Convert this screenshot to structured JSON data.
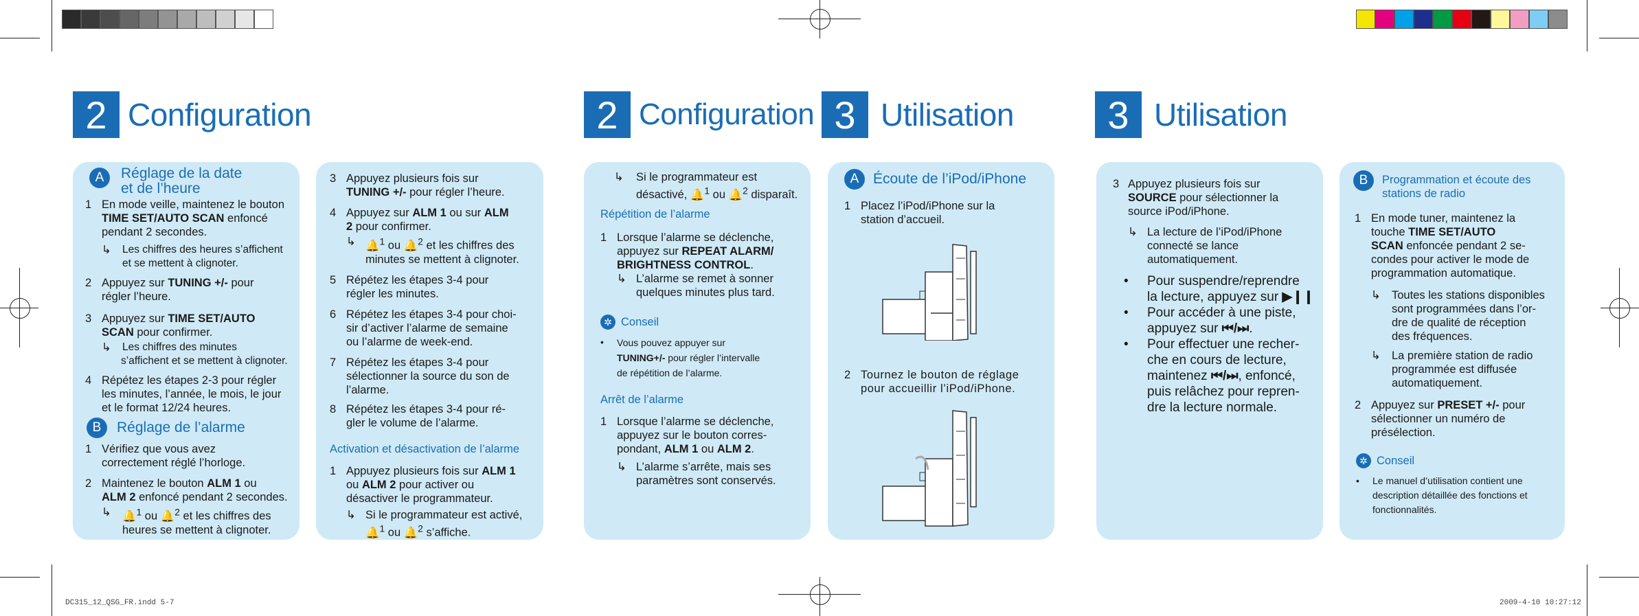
{
  "colors": {
    "accent": "#1a6db5",
    "panel": "#cfeaf6"
  },
  "gray_swatches": [
    "#2a2a2a",
    "#3a3a3a",
    "#4d4d4d",
    "#666666",
    "#7d7d7d",
    "#939393",
    "#a9a9a9",
    "#bdbdbd",
    "#d0d0d0",
    "#e6e6e6",
    "#ffffff"
  ],
  "color_swatches": [
    "#f4e600",
    "#e4007f",
    "#00a0e9",
    "#1c2f8f",
    "#009944",
    "#e60012",
    "#231815",
    "#fff799",
    "#f19ec2",
    "#7ecef4",
    "#8c8c8c"
  ],
  "headers": [
    {
      "num": "2",
      "title": "Configuration"
    },
    {
      "num": "2",
      "title": "Configuration"
    },
    {
      "num": "3",
      "title": "Utilisation"
    },
    {
      "num": "3",
      "title": "Utilisation"
    }
  ],
  "col1": {
    "a_badge": "A",
    "a_title_1": "Réglage de la date",
    "a_title_2": "et de l’heure",
    "s1_num": "1",
    "s1_a": "En mode veille, maintenez le bouton",
    "s1_b": "TIME SET/AUTO SCAN",
    "s1_c": " enfoncé",
    "s1_d": "pendant 2 secondes.",
    "s1_r1": "Les chiffres des heures s’affichent",
    "s1_r2": "et se mettent à clignoter.",
    "s2_num": "2",
    "s2_a": "Appuyez sur ",
    "s2_b": "TUNING +/-",
    "s2_c": " pour",
    "s2_d": "régler l’heure.",
    "s3_num": "3",
    "s3_a": "Appuyez sur ",
    "s3_b": "TIME SET/AUTO",
    "s3_c": "SCAN",
    "s3_d": " pour confirmer.",
    "s3_r1": "Les chiffres des minutes",
    "s3_r2": "s’affichent et se mettent à clignoter.",
    "s4_num": "4",
    "s4_a": "Répétez les étapes 2-3 pour régler",
    "s4_b": "les minutes, l’année, le mois, le jour",
    "s4_c": "et le format 12/24 heures.",
    "b_badge": "B",
    "b_title": "Réglage de l’alarme",
    "t1_num": "1",
    "t1_a": "Vérifiez que vous avez",
    "t1_b": "correctement réglé l’horloge.",
    "t2_num": "2",
    "t2_a": "Maintenez le bouton ",
    "t2_b": "ALM 1",
    "t2_c": " ou",
    "t2_d": "ALM 2",
    "t2_e": " enfoncé pendant 2 secondes.",
    "t2_r1": " ou ",
    "t2_r2": " et les chiffres des",
    "t2_r3": "heures se mettent à clignoter."
  },
  "col2": {
    "s3_num": "3",
    "s3_a": "Appuyez plusieurs fois sur",
    "s3_b": "TUNING +/-",
    "s3_c": " pour régler l’heure.",
    "s4_num": "4",
    "s4_a": "Appuyez sur ",
    "s4_b": "ALM 1",
    "s4_c": " ou sur ",
    "s4_d": "ALM",
    "s4_e": "2",
    "s4_f": " pour confirmer.",
    "s4_r1": " ou ",
    "s4_r2": " et les chiffres des",
    "s4_r3": "minutes se mettent à clignoter.",
    "s5_num": "5",
    "s5_a": "Répétez les étapes 3-4 pour",
    "s5_b": "régler les minutes.",
    "s6_num": "6",
    "s6_a": "Répétez les étapes 3-4 pour choi-",
    "s6_b": "sir d’activer l’alarme de semaine",
    "s6_c": "ou l’alarme de week-end.",
    "s7_num": "7",
    "s7_a": "Répétez les étapes 3-4 pour",
    "s7_b": "sélectionner la source du son de",
    "s7_c": "l’alarme.",
    "s8_num": "8",
    "s8_a": "Répétez les étapes 3-4 pour ré-",
    "s8_b": "gler le volume de l’alarme.",
    "act_title": "Activation et désactivation de l’alarme",
    "a1_num": "1",
    "a1_a": "Appuyez plusieurs fois sur ",
    "a1_b": "ALM 1",
    "a1_c": "ou ",
    "a1_d": "ALM 2",
    "a1_e": " pour activer ou",
    "a1_f": "désactiver le programmateur.",
    "a1_r1": "Si le programmateur est activé,",
    "a1_r2": " ou ",
    "a1_r3": " s’affiche."
  },
  "col3": {
    "r1": "Si le programmateur est",
    "r2": "désactivé, ",
    "r3": " ou ",
    "r4": " disparaît.",
    "rep_title": "Répétition de l’alarme",
    "p1_num": "1",
    "p1_a": "Lorsque l’alarme se déclenche,",
    "p1_b": "appuyez sur ",
    "p1_c": "REPEAT ALARM/",
    "p1_d": "BRIGHTNESS CONTROL",
    "p1_e": ".",
    "p1_r1": "L’alarme se remet à sonner",
    "p1_r2": "quelques minutes plus tard.",
    "tip_title": "Conseil",
    "tip_a": "Vous pouvez appuyer sur",
    "tip_b": "TUNING+/-",
    "tip_c": " pour régler l’intervalle",
    "tip_d": "de répétition de l’alarme.",
    "stop_title": "Arrêt de l’alarme",
    "q1_num": "1",
    "q1_a": "Lorsque l’alarme se déclenche,",
    "q1_b": "appuyez sur le bouton corres-",
    "q1_c": "pondant, ",
    "q1_d": "ALM 1",
    "q1_e": " ou ",
    "q1_f": "ALM 2",
    "q1_g": ".",
    "q1_r1": "L’alarme s’arrête, mais ses",
    "q1_r2": "paramètres sont conservés."
  },
  "col4": {
    "badge": "A",
    "title": "Écoute de l’iPod/iPhone",
    "s1_num": "1",
    "s1_a": "Placez l’iPod/iPhone sur la",
    "s1_b": "station d’accueil.",
    "s2_num": "2",
    "s2_a": "Tournez le bouton de réglage",
    "s2_b": "pour accueillir l’iPod/iPhone."
  },
  "col5": {
    "s3_num": "3",
    "s3_a": "Appuyez plusieurs fois sur",
    "s3_b": "SOURCE",
    "s3_c": " pour sélectionner la",
    "s3_d": "source iPod/iPhone.",
    "r1": "La lecture de l’iPod/iPhone",
    "r2": "connecté se lance",
    "r3": "automatiquement.",
    "b1_a": "Pour suspendre/reprendre",
    "b1_b": "la lecture, appuyez sur ",
    "b2_a": "Pour accéder à une piste,",
    "b2_b": "appuyez sur ",
    "b3_a": "Pour effectuer une recher-",
    "b3_b": "che en cours de lecture,",
    "b3_c": "maintenez ",
    "b3_d": ", enfoncé,",
    "b3_e": "puis relâchez pour repren-",
    "b3_f": "dre la lecture normale."
  },
  "col6": {
    "badge": "B",
    "title_1": "Programmation et écoute des",
    "title_2": "stations de radio",
    "s1_num": "1",
    "s1_a": "En mode tuner, maintenez la",
    "s1_b": "touche ",
    "s1_c": "TIME SET/AUTO",
    "s1_d": "SCAN",
    "s1_e": " enfoncée pendant 2 se-",
    "s1_f": "condes pour activer le mode de",
    "s1_g": "programmation automatique.",
    "r1_a": "Toutes les stations disponibles",
    "r1_b": "sont programmées dans l’or-",
    "r1_c": "dre de qualité de réception",
    "r1_d": "des fréquences.",
    "r2_a": "La première station de radio",
    "r2_b": "programmée est diffusée",
    "r2_c": "automatiquement.",
    "s2_num": "2",
    "s2_a": "Appuyez sur ",
    "s2_b": "PRESET +/-",
    "s2_c": " pour",
    "s2_d": "sélectionner un numéro de",
    "s2_e": "présélection.",
    "tip_title": "Conseil",
    "tip_a": "Le manuel d’utilisation contient une",
    "tip_b": "description détaillée des fonctions et",
    "tip_c": "fonctionnalités."
  },
  "footer": {
    "file": "DC315_12_QSG_FR.indd   5-7",
    "date": "2009-4-10   10:27:12"
  }
}
